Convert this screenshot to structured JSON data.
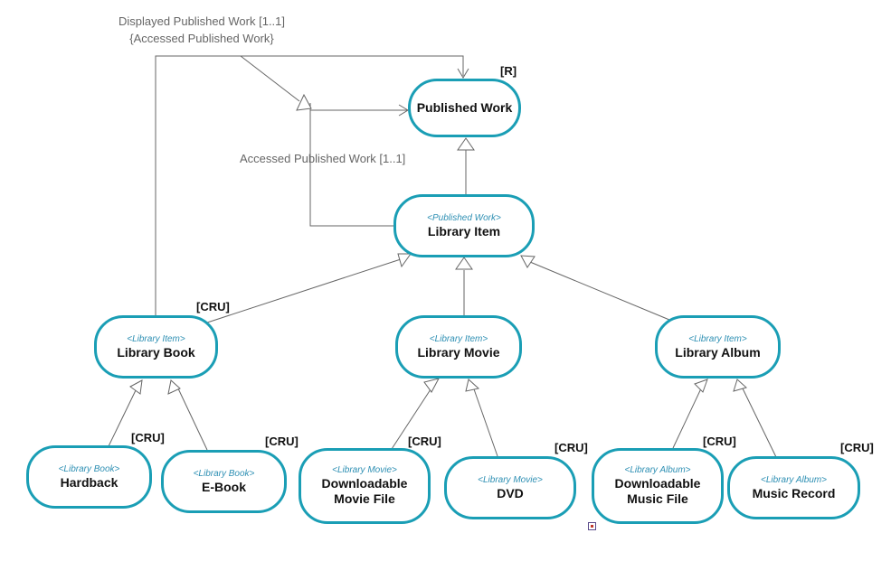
{
  "nodes": {
    "published_work": {
      "stereotype": "",
      "name": "Published Work",
      "tag": "[R]"
    },
    "library_item": {
      "stereotype": "<Published Work>",
      "name": "Library Item",
      "tag": ""
    },
    "library_book": {
      "stereotype": "<Library Item>",
      "name": "Library Book",
      "tag": "[CRU]"
    },
    "library_movie": {
      "stereotype": "<Library Item>",
      "name": "Library Movie",
      "tag": ""
    },
    "library_album": {
      "stereotype": "<Library Item>",
      "name": "Library Album",
      "tag": ""
    },
    "hardback": {
      "stereotype": "<Library Book>",
      "name": "Hardback",
      "tag": "[CRU]"
    },
    "ebook": {
      "stereotype": "<Library Book>",
      "name": "E-Book",
      "tag": "[CRU]"
    },
    "downloadable_movie_file": {
      "stereotype": "<Library Movie>",
      "name": "Downloadable Movie File",
      "tag": "[CRU]"
    },
    "dvd": {
      "stereotype": "<Library Movie>",
      "name": "DVD",
      "tag": "[CRU]"
    },
    "downloadable_music_file": {
      "stereotype": "<Library Album>",
      "name": "Downloadable Music File",
      "tag": "[CRU]"
    },
    "music_record": {
      "stereotype": "<Library Album>",
      "name": "Music Record",
      "tag": "[CRU]"
    }
  },
  "relations": {
    "displayed_label": "Displayed Published Work [1..1]",
    "displayed_constraint": "{Accessed Published Work}",
    "accessed_label": "Accessed Published Work [1..1]"
  },
  "colors": {
    "node_border": "#1a9eb5",
    "stereotype_text": "#2d8fb3",
    "connector": "#666666"
  },
  "icons": {
    "corner_marker": "small-diagram-marker-icon"
  }
}
